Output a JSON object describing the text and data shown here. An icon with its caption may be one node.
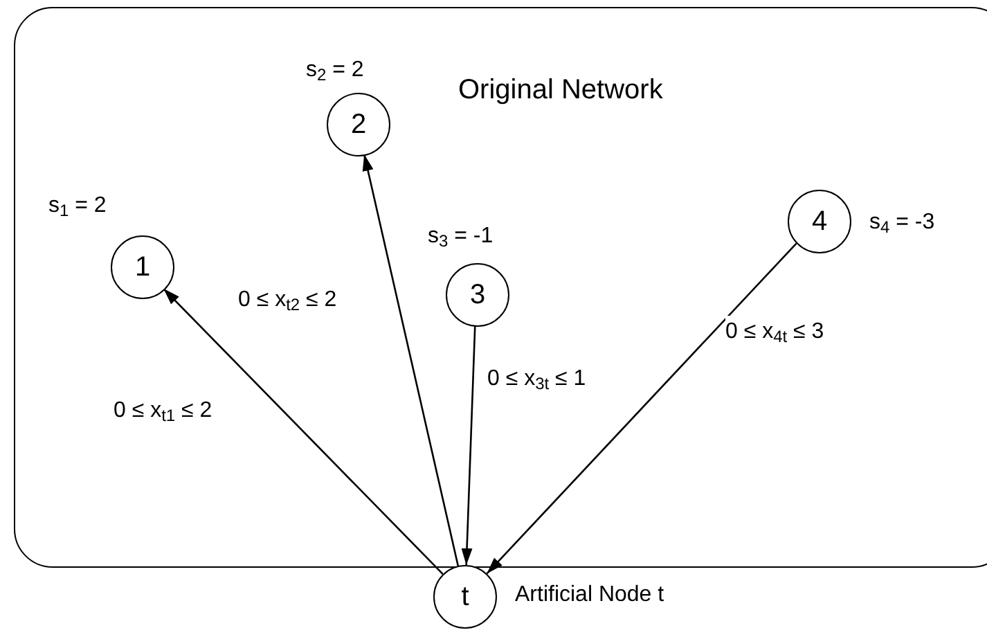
{
  "diagram": {
    "nodes": [
      {
        "text": [
          "Original Network"
        ]
      },
      {
        "text": [
          "1"
        ],
        "in": 0,
        "beside": [
          "s$_{1}$ = 2"
        ]
      },
      {
        "text": [
          "2"
        ],
        "in": 0,
        "beside": [
          "s$_{2}$ = 2"
        ]
      },
      {
        "text": [
          "3"
        ],
        "in": 0,
        "beside": [
          "s$_{3}$ = -1"
        ]
      },
      {
        "text": [
          "4"
        ],
        "in": 0,
        "beside": [
          "s$_{4}$ = -3"
        ]
      },
      {
        "text": [
          "t"
        ],
        "beside": [
          "Artificial Node t"
        ]
      }
    ],
    "edges": [
      {
        "from": 5,
        "to": 1,
        "arrow": "to",
        "label": "0 ≤ x$_{t1}$ ≤ 2"
      },
      {
        "from": 5,
        "to": 2,
        "arrow": "to",
        "label": "0 ≤ x$_{t2}$ ≤ 2"
      },
      {
        "from": 3,
        "to": 5,
        "arrow": "to",
        "label": "0 ≤ x$_{3t}$ ≤ 1"
      },
      {
        "from": 4,
        "to": 5,
        "arrow": "to",
        "label": "0 ≤ x$_{4t}$ ≤ 3"
      }
    ]
  }
}
